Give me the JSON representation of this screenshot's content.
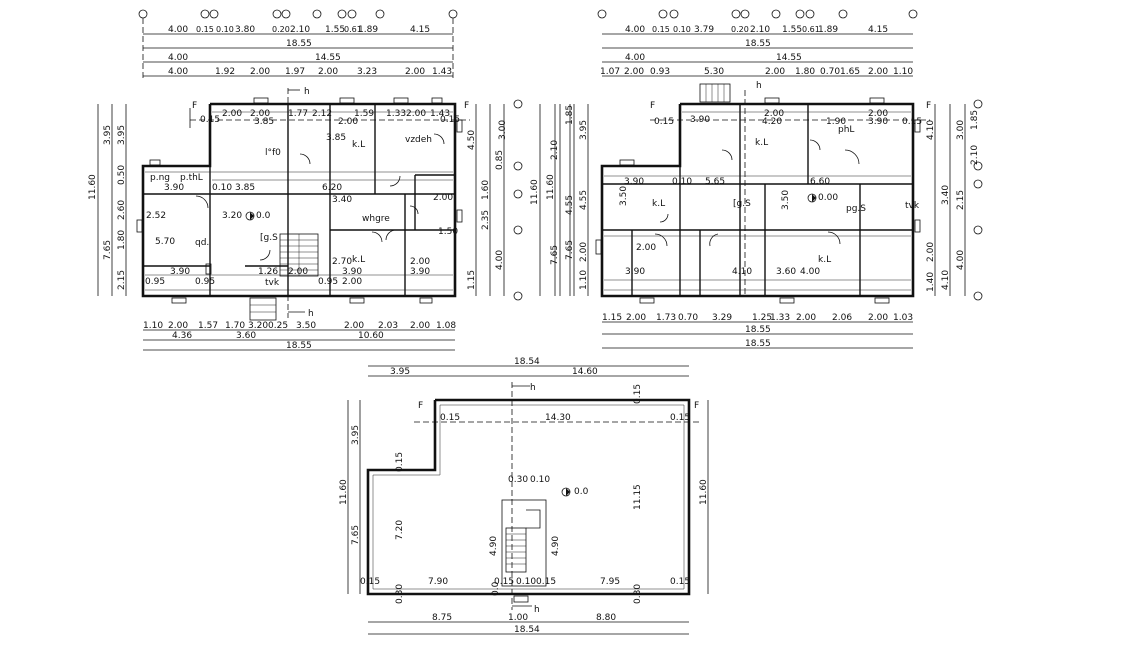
{
  "plan1": {
    "top_dims": {
      "row1": [
        "4.00",
        "0.15",
        "0.10",
        "3.80",
        "0.20",
        "2.10",
        "1.55",
        "0.61",
        "1.89",
        "4.15"
      ],
      "row2": "18.55",
      "row3": [
        "4.00",
        "14.55"
      ],
      "row4": [
        "4.00",
        "1.92",
        "2.00",
        "1.97",
        "2.00",
        "3.23",
        "2.00",
        "1.43"
      ]
    },
    "bottom_dims": {
      "row1": [
        "1.10",
        "2.00",
        "1.57",
        "1.70",
        "3.20",
        "0.25",
        "3.50",
        "2.00",
        "2.03",
        "2.00",
        "1.08"
      ],
      "row2": [
        "4.36",
        "3.60",
        "10.60"
      ],
      "row3": "18.55"
    },
    "left_dims": [
      "11.60",
      "3.95",
      "3.95",
      "7.65",
      "2.60",
      "1.80",
      "2.15",
      "0.50"
    ],
    "right_dims": [
      "3.00",
      "1.85",
      "2.10",
      "11.60",
      "4.50",
      "1.60",
      "2.35",
      "4.00",
      "1.15",
      "4.55",
      "7.65",
      "0.85"
    ],
    "rooms": [
      "p.ng",
      "p.thL",
      "qd.",
      "l°f0",
      "k.L",
      "vzdeh",
      "whgre",
      "k.L",
      "tvk",
      "[g.S",
      "0.0"
    ],
    "room_dims": [
      "2.00",
      "1.77",
      "2.00",
      "2.12",
      "2.00",
      "1.59",
      "1.33",
      "2.00",
      "1.43",
      "3.85",
      "3.85",
      "3.90",
      "3.85",
      "6.20",
      "3.40",
      "3.20",
      "2.00",
      "1.50",
      "2.70",
      "2.00",
      "5.70",
      "2.52",
      "3.90",
      "0.95",
      "0.95",
      "1.26",
      "2.00",
      "3.90",
      "2.00",
      "0.95",
      "3.90",
      "0.15",
      "0.10",
      "0.15"
    ],
    "marks": [
      "F",
      "F",
      "h",
      "h"
    ]
  },
  "plan2": {
    "top_dims": {
      "row1": [
        "4.00",
        "0.15",
        "0.10",
        "3.79",
        "0.20",
        "2.10",
        "1.55",
        "0.61",
        "1.89",
        "4.15"
      ],
      "row2": "18.55",
      "row3": [
        "4.00",
        "14.55"
      ],
      "row4": [
        "1.07",
        "2.00",
        "0.93",
        "5.30",
        "2.00",
        "1.80",
        "0.70",
        "1.65",
        "2.00",
        "1.10"
      ]
    },
    "bottom_dims": {
      "row1": [
        "1.15",
        "2.00",
        "1.73",
        "0.70",
        "3.29",
        "1.25",
        "1.33",
        "2.00",
        "2.06",
        "2.00",
        "1.03"
      ],
      "row2": "18.55",
      "row3": "18.55"
    },
    "left_dims": [
      "11.60",
      "3.95",
      "7.65",
      "4.55",
      "1.10",
      "2.00"
    ],
    "right_dims": [
      "3.00",
      "1.85",
      "2.10",
      "4.10",
      "3.40",
      "2.15",
      "4.10",
      "4.00",
      "1.40",
      "2.00"
    ],
    "rooms": [
      "k.L",
      "[g.S",
      "pg.S",
      "tvk",
      "k.L",
      "phL",
      "k.L",
      "0.00",
      "2.00"
    ],
    "room_dims": [
      "3.90",
      "2.00",
      "4.20",
      "2.00",
      "1.90",
      "3.90",
      "5.65",
      "6.60",
      "3.50",
      "3.50",
      "3.90",
      "4.10",
      "4.00",
      "3.90",
      "3.60",
      "0.15",
      "0.10",
      "0.15"
    ],
    "marks": [
      "F",
      "F",
      "h"
    ]
  },
  "plan3": {
    "top_dims": {
      "row1": "18.54",
      "row2": [
        "3.95",
        "14.60"
      ]
    },
    "inner_dims": [
      "0.15",
      "14.30",
      "0.15",
      "0.15",
      "0.15",
      "7.20",
      "11.15",
      "4.90",
      "4.90",
      "0.30",
      "0.10",
      "0.15",
      "7.90",
      "0.15",
      "0.10",
      "0.15",
      "7.95",
      "0.15",
      "0.30",
      "0.30",
      "0.0"
    ],
    "left_dims": [
      "11.60",
      "3.95",
      "7.65"
    ],
    "right_dims": [
      "11.60"
    ],
    "bottom_dims": {
      "row1": [
        "8.75",
        "1.00",
        "8.80"
      ],
      "row2": "18.54"
    },
    "marks": [
      "F",
      "F",
      "h",
      "h"
    ]
  },
  "grid_bubble_count_top": 10,
  "colors": {
    "line": "#111111",
    "background": "#ffffff"
  }
}
